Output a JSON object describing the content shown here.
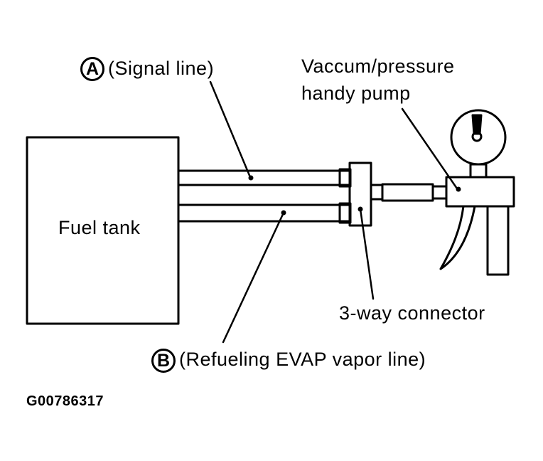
{
  "diagram": {
    "labels": {
      "signal_line_marker": "A",
      "signal_line": "(Signal line)",
      "pump_line1": "Vaccum/pressure",
      "pump_line2": "handy pump",
      "fuel_tank": "Fuel tank",
      "connector": "3-way connector",
      "vapor_line_marker": "B",
      "vapor_line": "(Refueling EVAP vapor line)"
    },
    "figure_id": "G00786317"
  }
}
